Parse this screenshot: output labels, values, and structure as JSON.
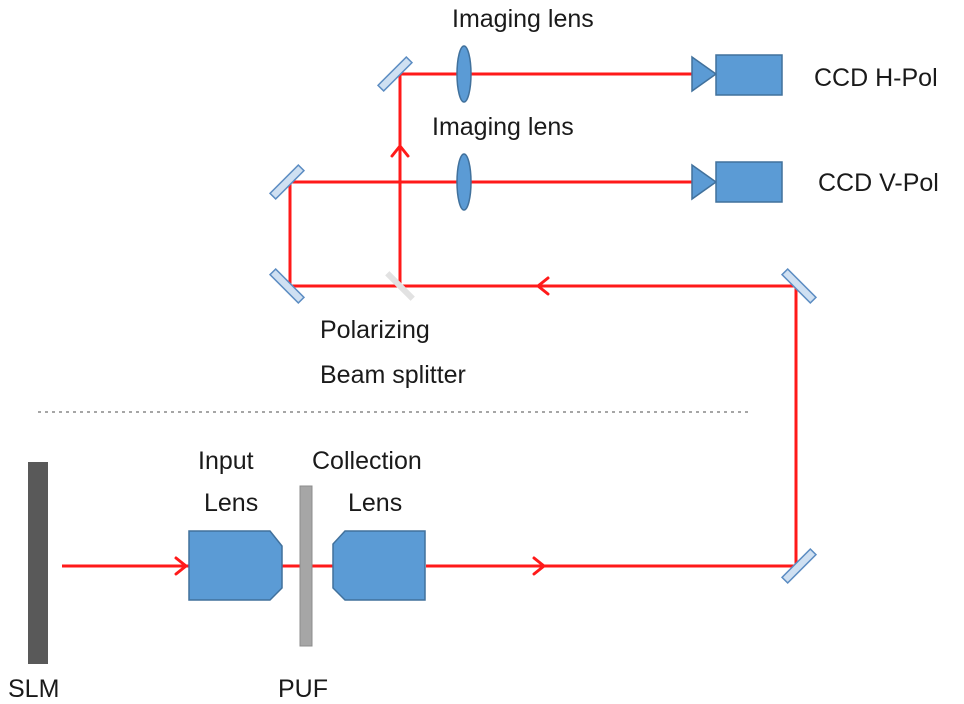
{
  "labels": {
    "imaging_lens_top": "Imaging lens",
    "imaging_lens_mid": "Imaging lens",
    "ccd_h": "CCD H-Pol",
    "ccd_v": "CCD V-Pol",
    "pbs_line1": "Polarizing",
    "pbs_line2": "Beam splitter",
    "input_line1": "Input",
    "input_line2": "Lens",
    "collection_line1": "Collection",
    "collection_line2": "Lens",
    "slm": "SLM",
    "puf": "PUF"
  },
  "colors": {
    "beam": "#ff1a1a",
    "component_fill": "#5b9bd5",
    "component_stroke": "#41719c",
    "mirror_fill": "#cfe0f2",
    "slm": "#595959",
    "puf": "#a6a6a6",
    "divider": "#a6a6a6"
  }
}
